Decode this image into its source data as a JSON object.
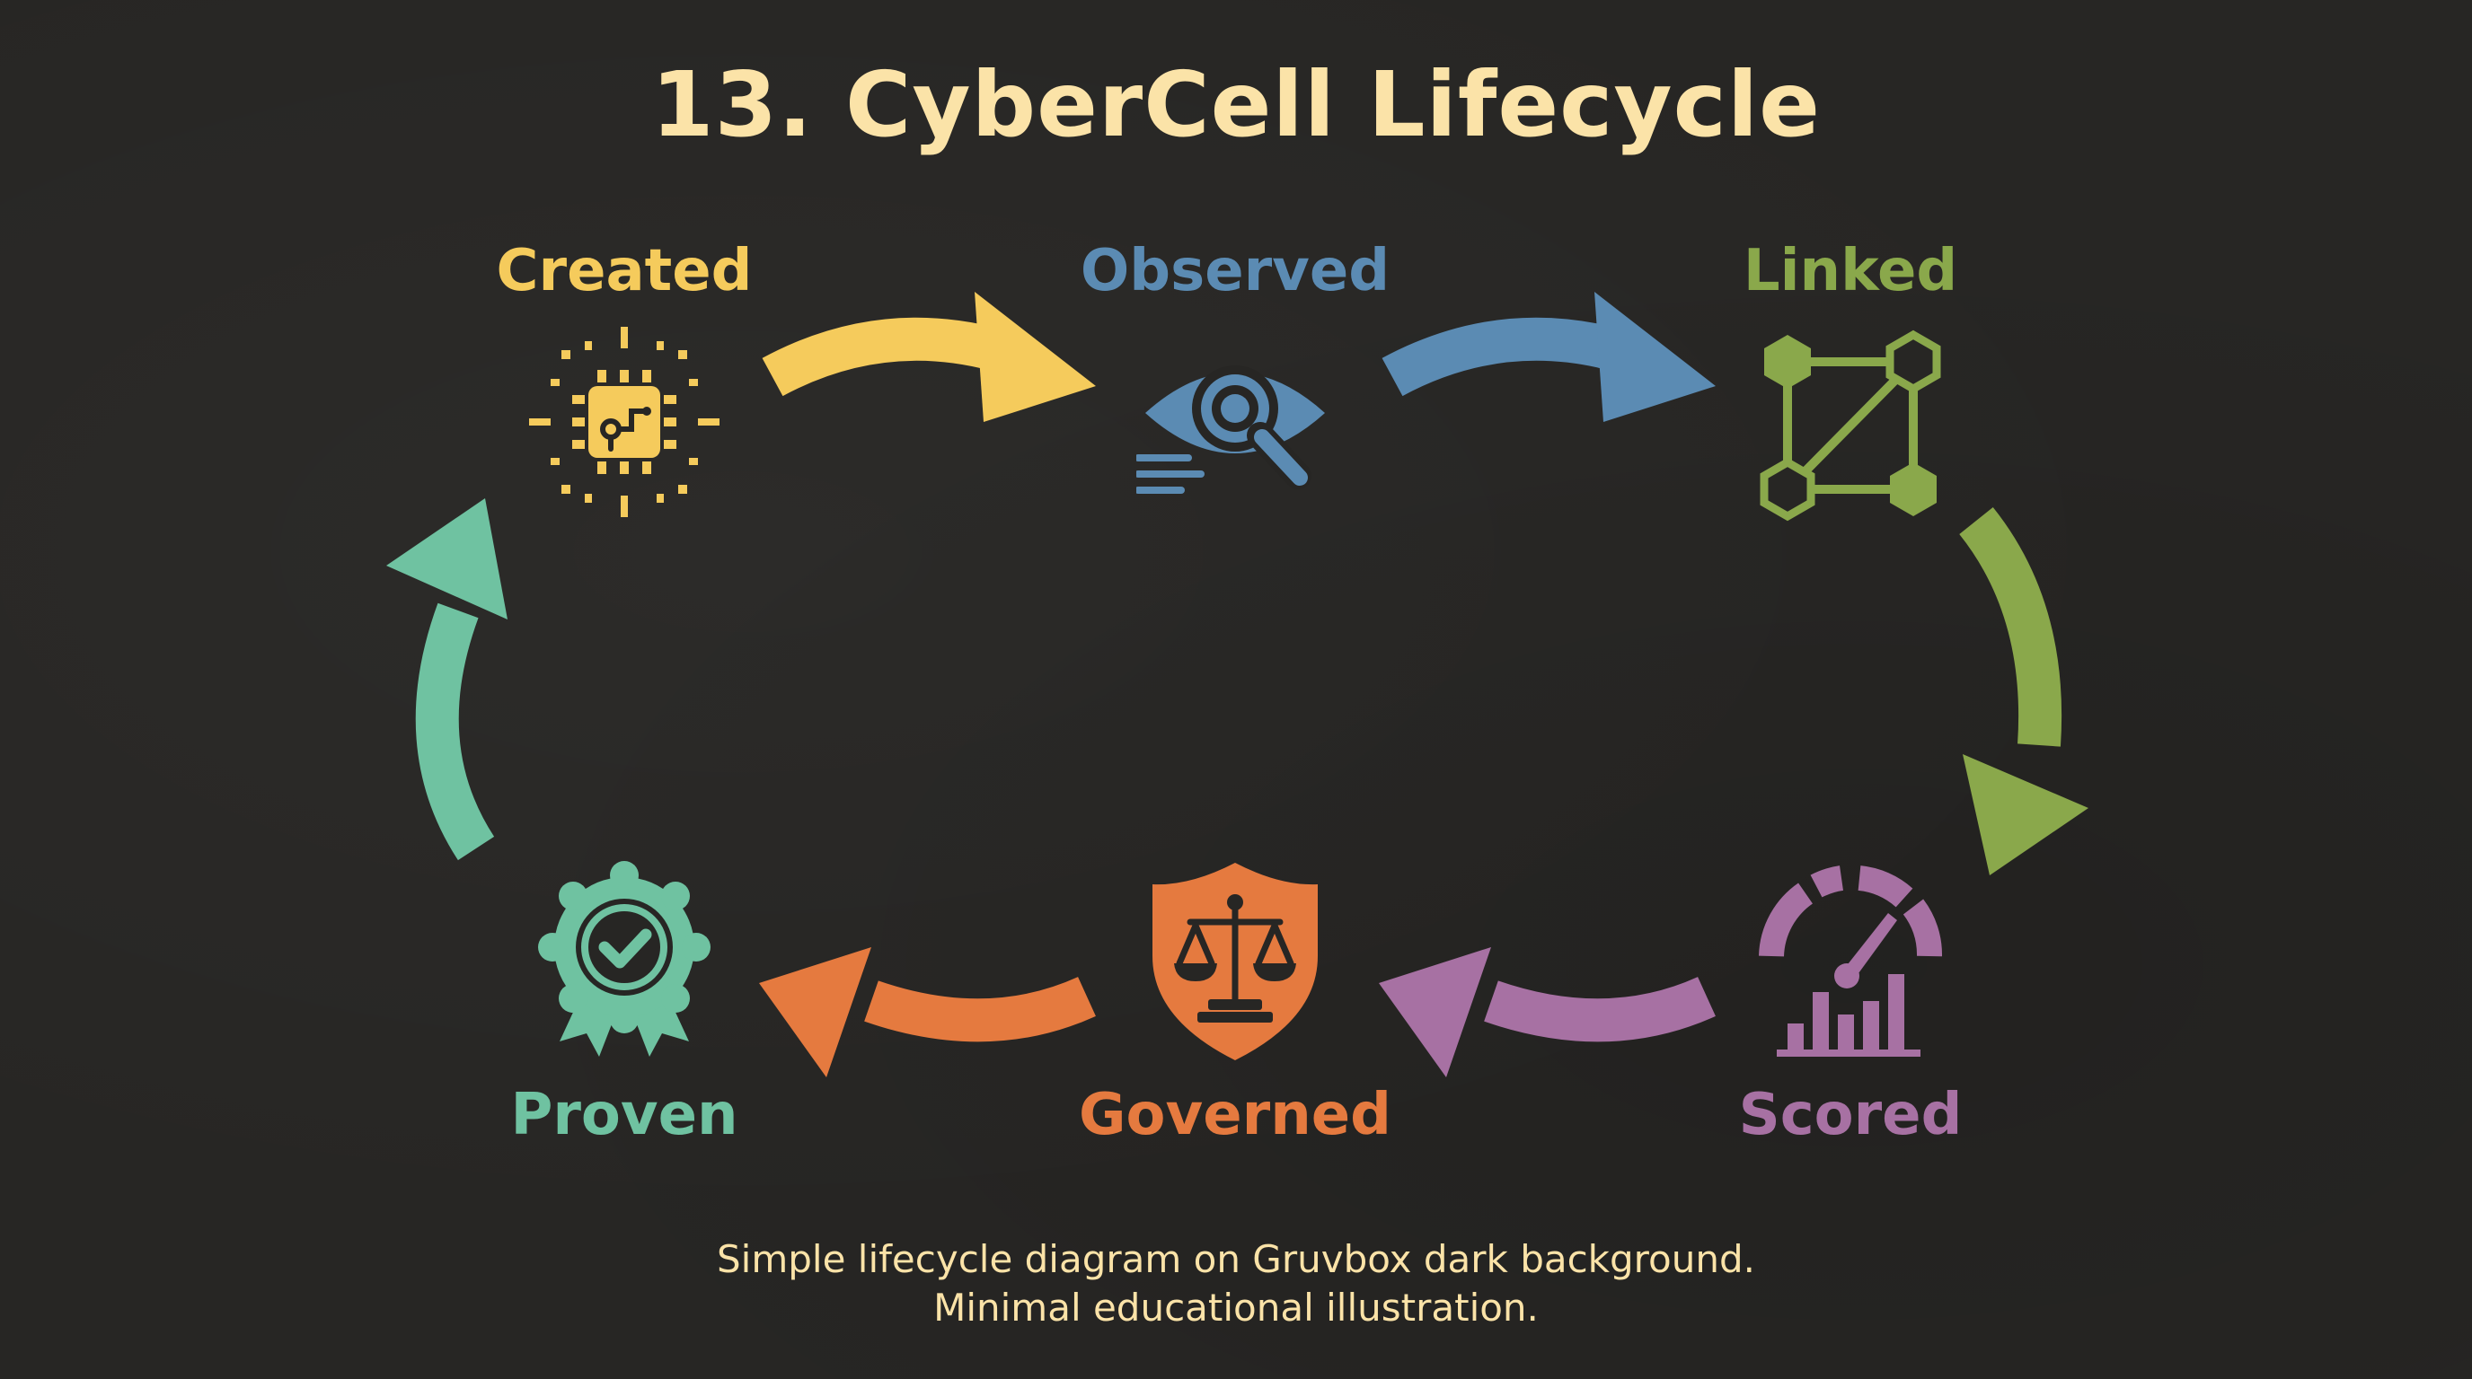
{
  "title": "13. CyberCell Lifecycle",
  "stages": [
    {
      "label": "Created",
      "color": "#f5cb5c",
      "icon": "chip-icon"
    },
    {
      "label": "Observed",
      "color": "#5b8bb3",
      "icon": "eye-magnifier-icon"
    },
    {
      "label": "Linked",
      "color": "#8aa84b",
      "icon": "network-nodes-icon"
    },
    {
      "label": "Scored",
      "color": "#a771a3",
      "icon": "gauge-chart-icon"
    },
    {
      "label": "Governed",
      "color": "#e57a3f",
      "icon": "shield-scales-icon"
    },
    {
      "label": "Proven",
      "color": "#6fc2a1",
      "icon": "badge-check-icon"
    }
  ],
  "caption": {
    "line1": "Simple lifecycle diagram on Gruvbox dark background.",
    "line2": "Minimal educational illustration."
  }
}
